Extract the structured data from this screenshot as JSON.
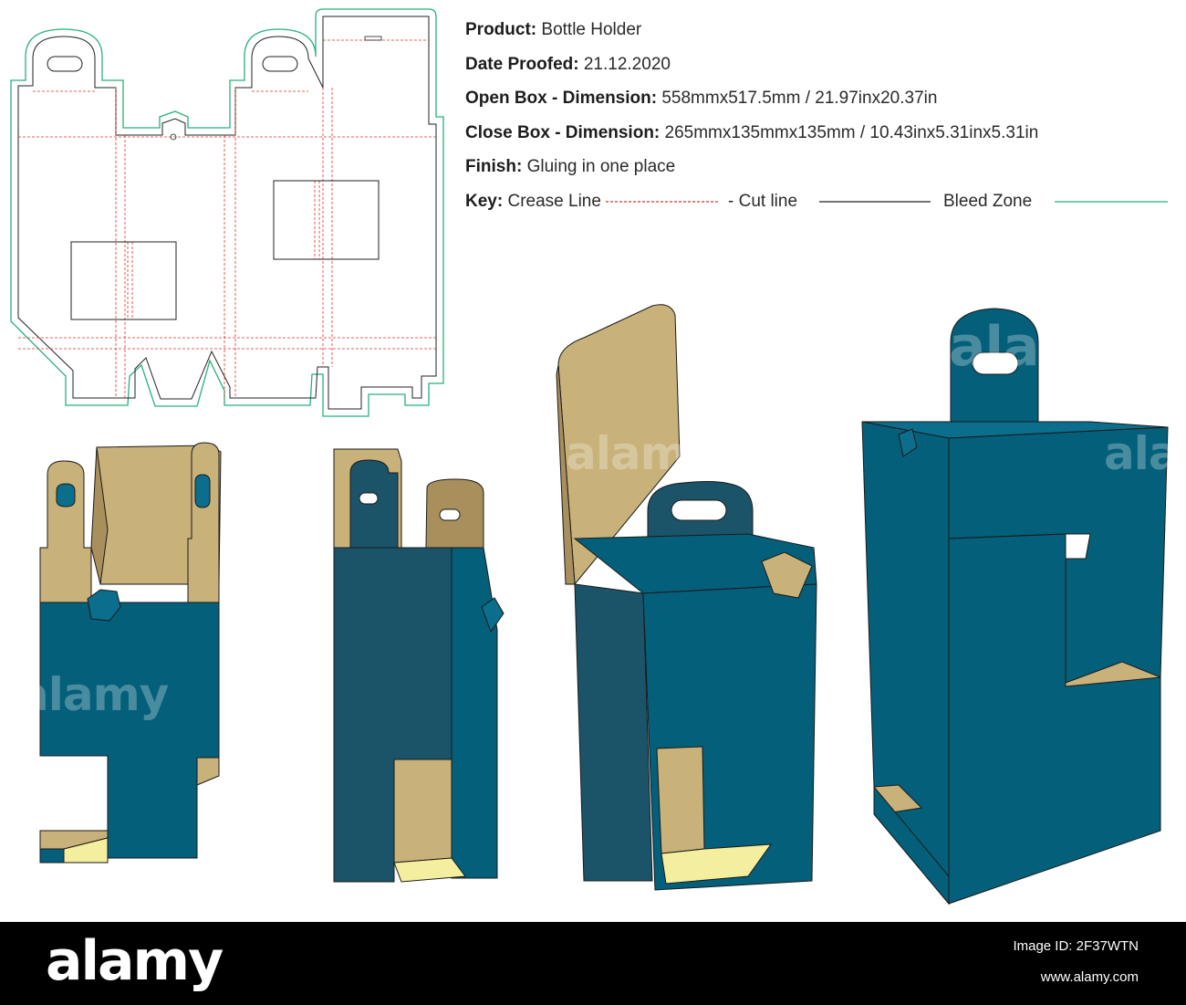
{
  "spec": {
    "product_label": "Product:",
    "product_value": "Bottle Holder",
    "date_label": "Date Proofed:",
    "date_value": "21.12.2020",
    "open_label": "Open Box - Dimension:",
    "open_value": "558mmx517.5mm / 21.97inx20.37in",
    "close_label": "Close Box - Dimension:",
    "close_value": "265mmx135mmx135mm / 10.43inx5.31inx5.31in",
    "finish_label": "Finish:",
    "finish_value": "Gluing in one place",
    "key_label": "Key:",
    "crease_label": "Crease Line",
    "cut_label": "- Cut line",
    "bleed_label": "Bleed Zone"
  },
  "colors": {
    "box_blue": "#045f7a",
    "box_blue_dark": "#1b5468",
    "box_blue_light": "#0a6e8c",
    "kraft": "#c8b27a",
    "kraft_dark": "#a98f5c",
    "base_yellow": "#f3ef9f",
    "crease": "#e0302b",
    "cut": "#222222",
    "bleed": "#28b07a"
  },
  "watermarks": [
    "alamy",
    "alamy",
    "alamy",
    "alamy",
    "alamy"
  ],
  "footer": {
    "logo": "alamy",
    "image_id": "Image ID: 2F37WTN",
    "site": "www.alamy.com"
  }
}
